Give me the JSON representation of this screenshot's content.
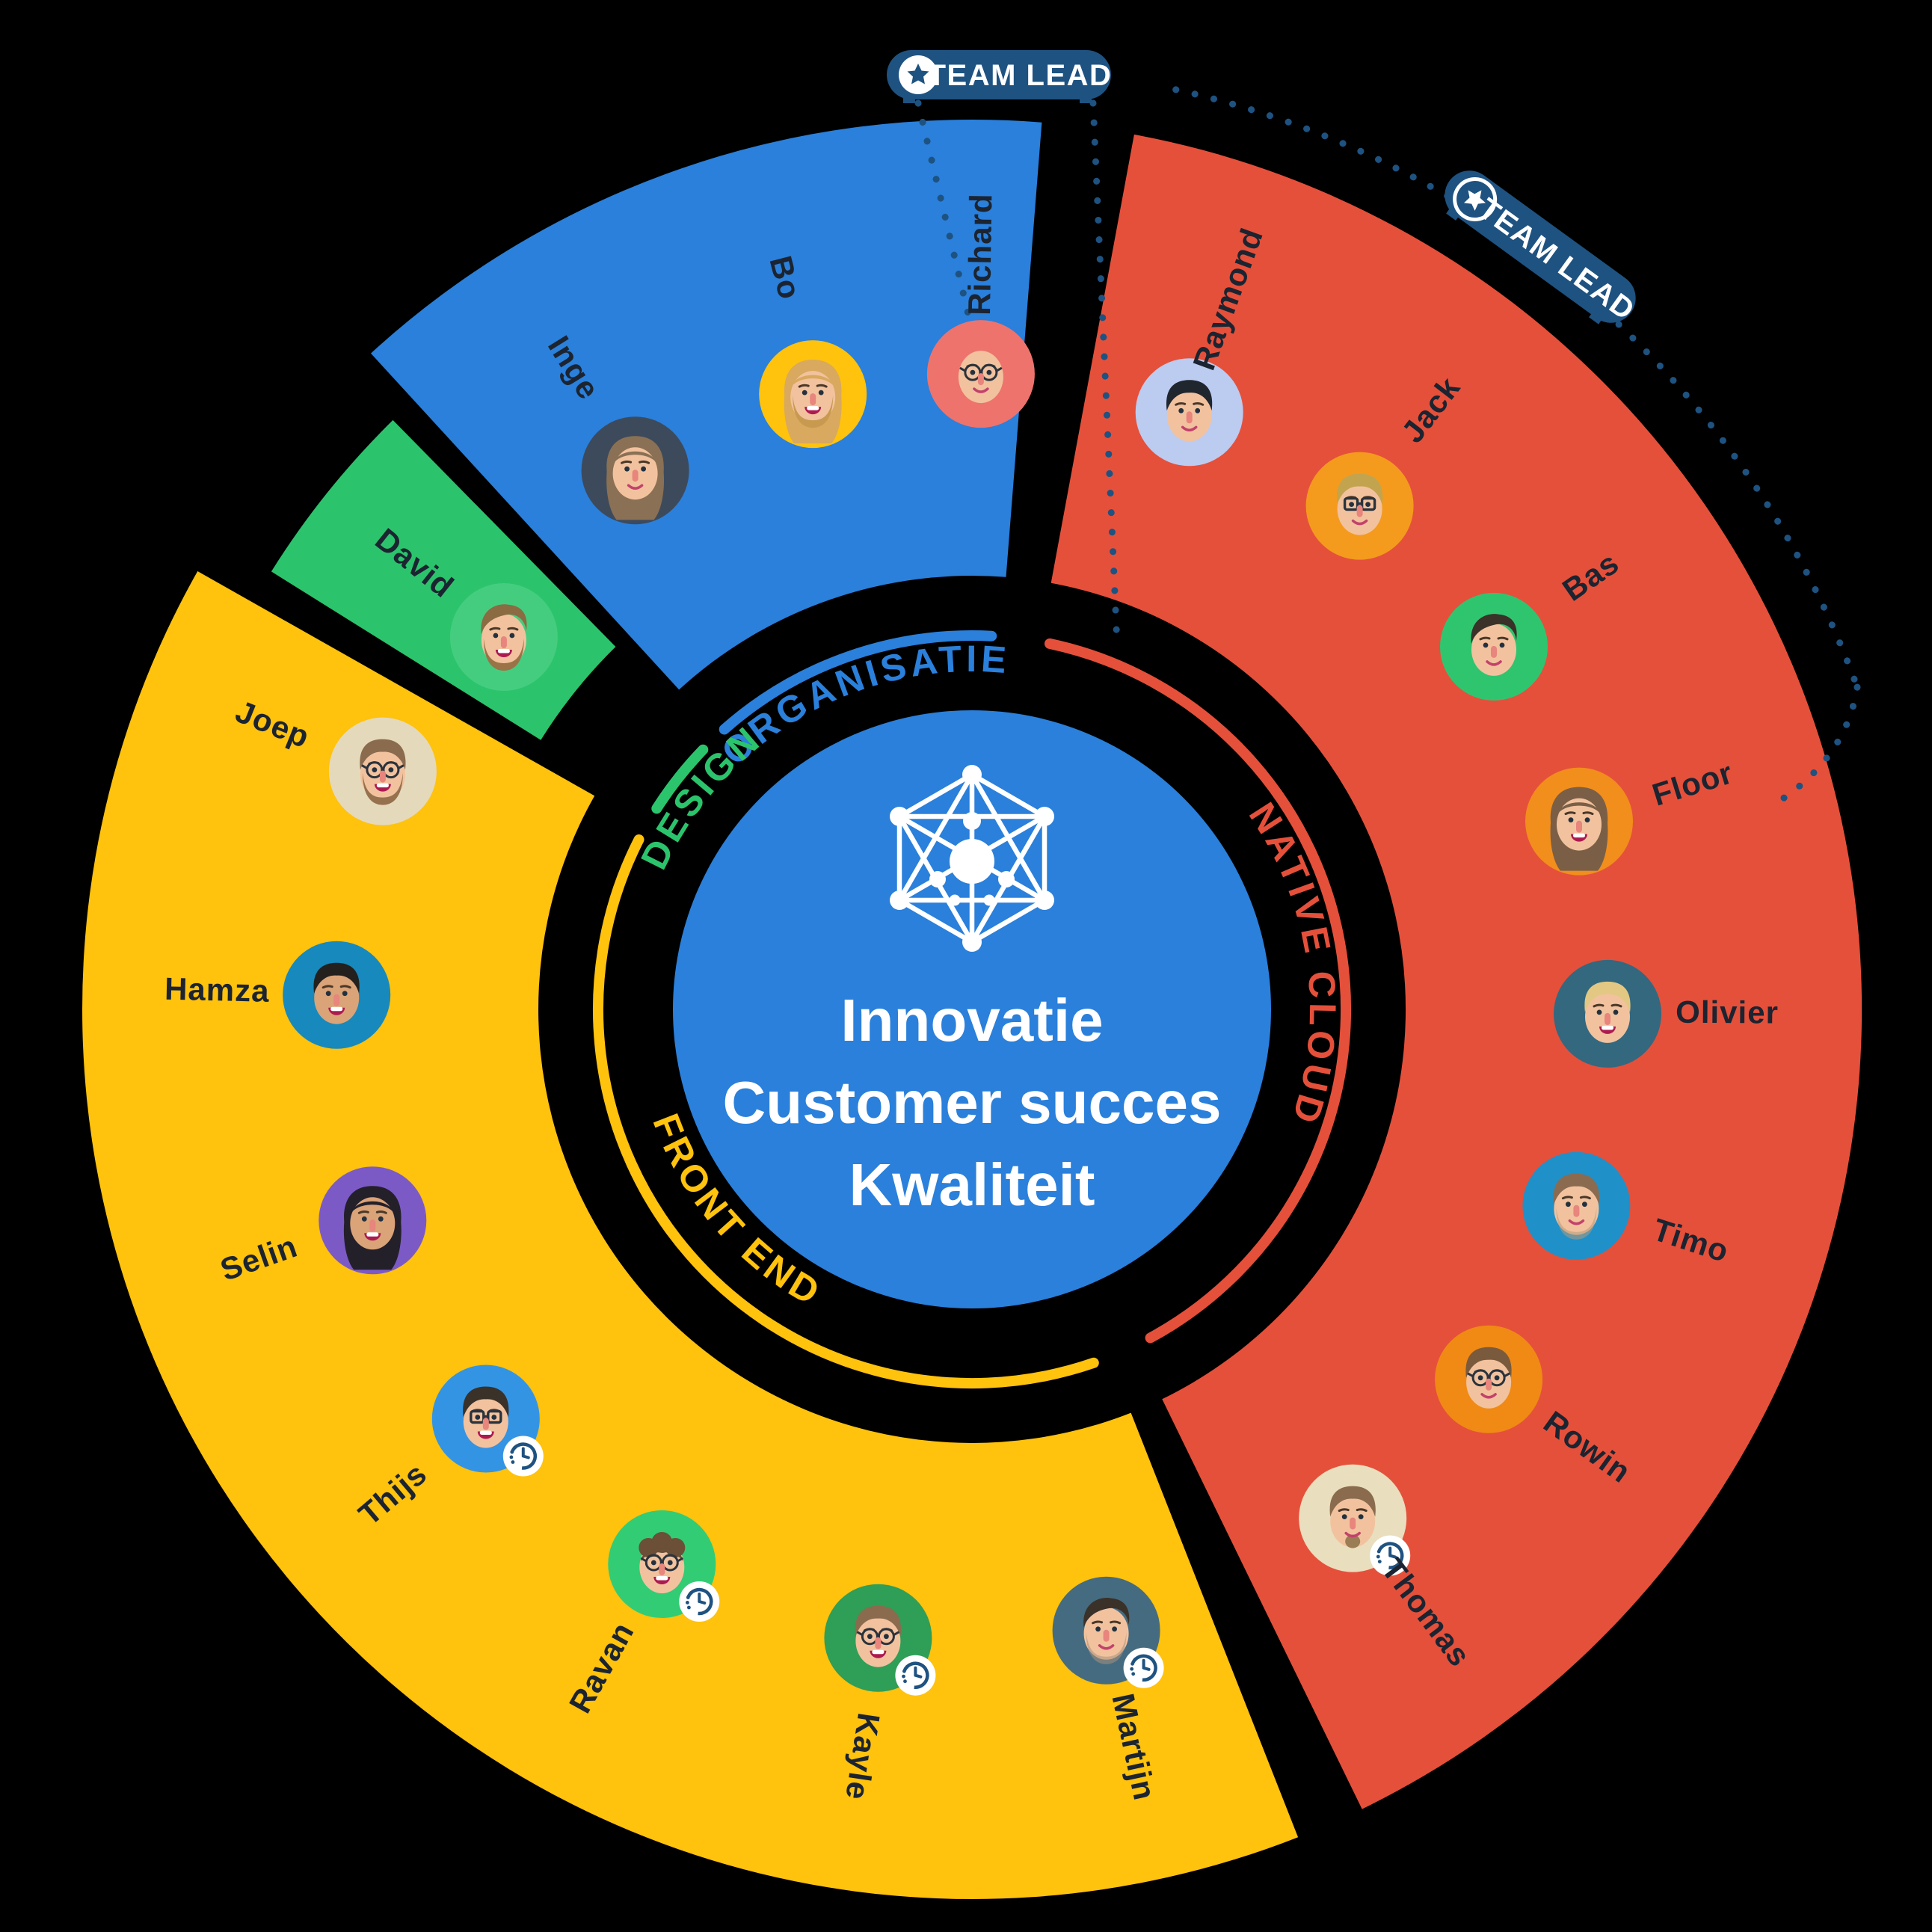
{
  "background": "#000000",
  "colors": {
    "badge_navy": "#1E5281",
    "connector_dots": "#1E5281",
    "name_text": "#1B2430",
    "organisatie_blue": "#2A80DB",
    "native_cloud_red": "#E5503B",
    "front_end_yellow": "#FFC20D",
    "design_green": "#2BC46C"
  },
  "center": {
    "icon": "network-graph-icon",
    "bg": "#2A80DB",
    "text_color": "#FFFFFF",
    "lines": [
      "Innovatie",
      "Customer succes",
      "Kwaliteit"
    ]
  },
  "badges": [
    {
      "icon": "star-icon",
      "label": "TEAM LEAD",
      "points_to": "Richard"
    },
    {
      "icon": "star-icon",
      "label": "TEAM LEAD",
      "points_to": "Bas"
    }
  ],
  "part_time_indicator": "clock-icon",
  "teams": [
    {
      "name": "ORGANISATIE",
      "color": "#2A80DB",
      "members": [
        {
          "name": "Inge",
          "avatar_bg": "#3D4A5C",
          "hair": "long",
          "hair_color": "#8A7054",
          "mouth": "smile"
        },
        {
          "name": "Bo",
          "avatar_bg": "#FFC20D",
          "hair": "long",
          "hair_color": "#D8A95E",
          "beard": "full",
          "beard_color": "#C89A50",
          "mouth": "open"
        },
        {
          "name": "Richard",
          "avatar_bg": "#EE736C",
          "hair": "bald",
          "glasses": "round",
          "mouth": "smile",
          "team_lead": true
        }
      ]
    },
    {
      "name": "NATIVE CLOUD",
      "color": "#E5503B",
      "members": [
        {
          "name": "Raymond",
          "avatar_bg": "#BCCBF0",
          "hair": "short",
          "hair_color": "#20262E",
          "mouth": "smile"
        },
        {
          "name": "Jack",
          "avatar_bg": "#F49B1E",
          "hair": "short",
          "hair_color": "#C2A44E",
          "glasses": "square",
          "mouth": "smile"
        },
        {
          "name": "Bas",
          "avatar_bg": "#2FC56F",
          "hair": "quiff",
          "hair_color": "#3A3128",
          "mouth": "smile",
          "team_lead": true
        },
        {
          "name": "Floor",
          "avatar_bg": "#F28E1C",
          "hair": "long",
          "hair_color": "#7A5F46",
          "mouth": "open"
        },
        {
          "name": "Olivier",
          "avatar_bg": "#33687F",
          "hair": "short",
          "hair_color": "#E3C883",
          "mouth": "open"
        },
        {
          "name": "Timo",
          "avatar_bg": "#2090C8",
          "hair": "short",
          "hair_color": "#8A6B50",
          "beard": "stubble",
          "beard_color": "#B59A7A",
          "mouth": "smile"
        },
        {
          "name": "Rowin",
          "avatar_bg": "#F08A15",
          "hair": "short",
          "hair_color": "#7A5A3C",
          "glasses": "round",
          "mouth": "smile"
        },
        {
          "name": "Thomas",
          "avatar_bg": "#E9DEBD",
          "hair": "short",
          "hair_color": "#8A6B4E",
          "beard": "goatee",
          "beard_color": "#9A7C55",
          "mouth": "smile",
          "part_time": true
        }
      ]
    },
    {
      "name": "FRONT END",
      "color": "#FFC20D",
      "members": [
        {
          "name": "Joep",
          "avatar_bg": "#E5D9BC",
          "hair": "short",
          "hair_color": "#8A6B4E",
          "beard": "full",
          "beard_color": "#96714E",
          "glasses": "round",
          "mouth": "open"
        },
        {
          "name": "Hamza",
          "avatar_bg": "#1789BC",
          "hair": "short",
          "hair_color": "#23201E",
          "skin": "#DAA378",
          "mouth": "open"
        },
        {
          "name": "Selin",
          "avatar_bg": "#7C5AC6",
          "hair": "long",
          "hair_color": "#24202A",
          "skin": "#DAA378",
          "mouth": "open"
        },
        {
          "name": "Thijs",
          "avatar_bg": "#3494E4",
          "hair": "short",
          "hair_color": "#3A3128",
          "glasses": "square",
          "mouth": "open",
          "part_time": true
        },
        {
          "name": "Ravan",
          "avatar_bg": "#32CC75",
          "hair": "curly",
          "hair_color": "#6B4F37",
          "glasses": "round",
          "mouth": "open",
          "part_time": true
        },
        {
          "name": "Kayle",
          "avatar_bg": "#2F9E57",
          "hair": "short",
          "hair_color": "#8A6B4E",
          "glasses": "round",
          "mouth": "open",
          "part_time": true
        },
        {
          "name": "Martijn",
          "avatar_bg": "#456B80",
          "hair": "quiff",
          "hair_color": "#3A3128",
          "beard": "stubble",
          "beard_color": "#A8927E",
          "mouth": "smile",
          "part_time": true
        }
      ]
    },
    {
      "name": "DESIGN",
      "color": "#2BC46C",
      "members": [
        {
          "name": "David",
          "avatar_bg": "#45CD7F",
          "hair": "quiff",
          "hair_color": "#8A6B42",
          "beard": "full",
          "beard_color": "#9A7347",
          "mouth": "open"
        }
      ]
    }
  ]
}
